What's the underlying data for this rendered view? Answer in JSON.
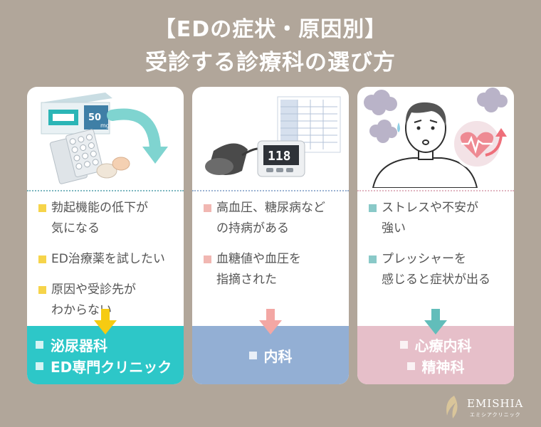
{
  "title": {
    "line1": "【EDの症状・原因別】",
    "line2": "受診する診療科の選び方"
  },
  "colors": {
    "background": "#b1a69a",
    "card1_accent": "#2dc7c8",
    "card1_bullet": "#f6d44a",
    "card2_accent": "#93afd4",
    "card2_bullet": "#f1b7b2",
    "card3_accent": "#e6bfc9",
    "card3_bullet": "#89c9c8"
  },
  "cards": [
    {
      "illustration": "medicine-box-and-pills",
      "box_label": "50",
      "box_unit": "mg",
      "items": [
        {
          "lines": [
            "勃起機能の低下が",
            "気になる"
          ]
        },
        {
          "lines": [
            "ED治療薬を試したい"
          ]
        },
        {
          "lines": [
            "原因や受診先が",
            "わからない"
          ]
        }
      ],
      "arrow_icon": "arrow-down-yellow",
      "departments": [
        "泌尿器科",
        "ED専門クリニック"
      ]
    },
    {
      "illustration": "blood-pressure-monitor-and-chart",
      "monitor_reading": "118",
      "items": [
        {
          "lines": [
            "高血圧、糖尿病など",
            "の持病がある"
          ]
        },
        {
          "lines": [
            "血糖値や血圧を",
            "指摘された"
          ]
        }
      ],
      "arrow_icon": "arrow-down-pink",
      "departments": [
        "内科"
      ]
    },
    {
      "illustration": "stressed-man-and-heart",
      "items": [
        {
          "lines": [
            "ストレスや不安が",
            "強い"
          ]
        },
        {
          "lines": [
            "プレッシャーを",
            "感じると症状が出る"
          ]
        }
      ],
      "arrow_icon": "arrow-down-teal",
      "departments": [
        "心療内科",
        "精神科"
      ]
    }
  ],
  "logo": {
    "name": "EMISHIA",
    "sub": "エミシアクリニック"
  }
}
